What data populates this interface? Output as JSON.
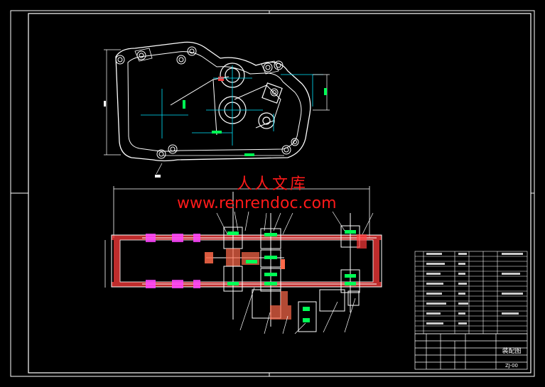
{
  "watermark": {
    "chinese": "人人文库",
    "url": "www.renrendoc.com"
  },
  "title_block": {
    "drawing_title": "装配图",
    "drawing_number": "ZJ-00"
  },
  "colors": {
    "background": "#000000",
    "line": "#ffffff",
    "housing": "#ff3b3b",
    "dimension": "#00e5ff",
    "shaft_detail": "#ff44ff",
    "gear_highlight": "#00ff55",
    "hatch": "#ff6a4a",
    "watermark": "#ff1a1a"
  }
}
